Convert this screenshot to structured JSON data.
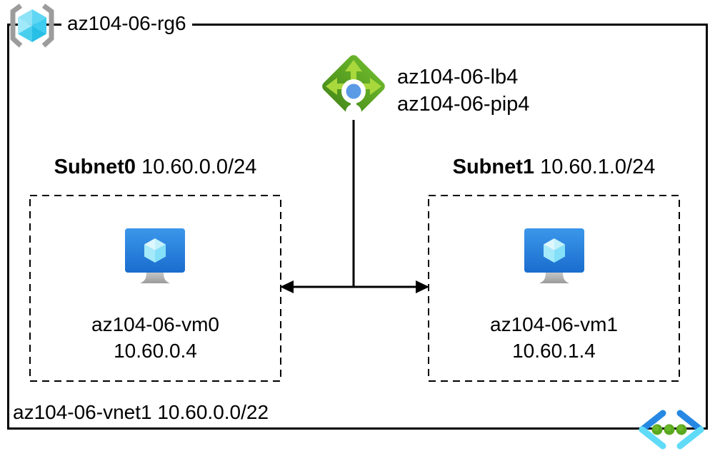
{
  "diagram": {
    "resource_group": {
      "name": "az104-06-rg6",
      "icon": "resource-group-icon"
    },
    "load_balancer": {
      "name": "az104-06-lb4",
      "public_ip_name": "az104-06-pip4",
      "icon": "load-balancer-icon"
    },
    "virtual_network": {
      "name": "az104-06-vnet1",
      "cidr": "10.60.0.0/22",
      "icon": "virtual-network-icon"
    },
    "subnets": [
      {
        "name": "Subnet0",
        "cidr": "10.60.0.0/24",
        "vm": {
          "name": "az104-06-vm0",
          "ip": "10.60.0.4",
          "icon": "virtual-machine-icon"
        }
      },
      {
        "name": "Subnet1",
        "cidr": "10.60.1.0/24",
        "vm": {
          "name": "az104-06-vm1",
          "ip": "10.60.1.4",
          "icon": "virtual-machine-icon"
        }
      }
    ],
    "colors": {
      "line_black": "#000000",
      "rg_bracket_gray": "#9c9c9c",
      "rg_cube_cyan": "#50d6f2",
      "lb_green_dark": "#4a8f1b",
      "lb_green_light": "#69b42a",
      "lb_arrow_green": "#a9d83d",
      "lb_dot_blue": "#5b9be6",
      "vm_screen_blue_top": "#3b97ea",
      "vm_screen_blue_bottom": "#1a6dce",
      "vm_cube_cyan": "#9fe8fa",
      "stand_gray": "#a7a7a7",
      "vnet_chevron_blue": "#2688e3",
      "vnet_chevron_cyan": "#5fdbf8",
      "vnet_dot_green": "#5aa81e"
    }
  }
}
